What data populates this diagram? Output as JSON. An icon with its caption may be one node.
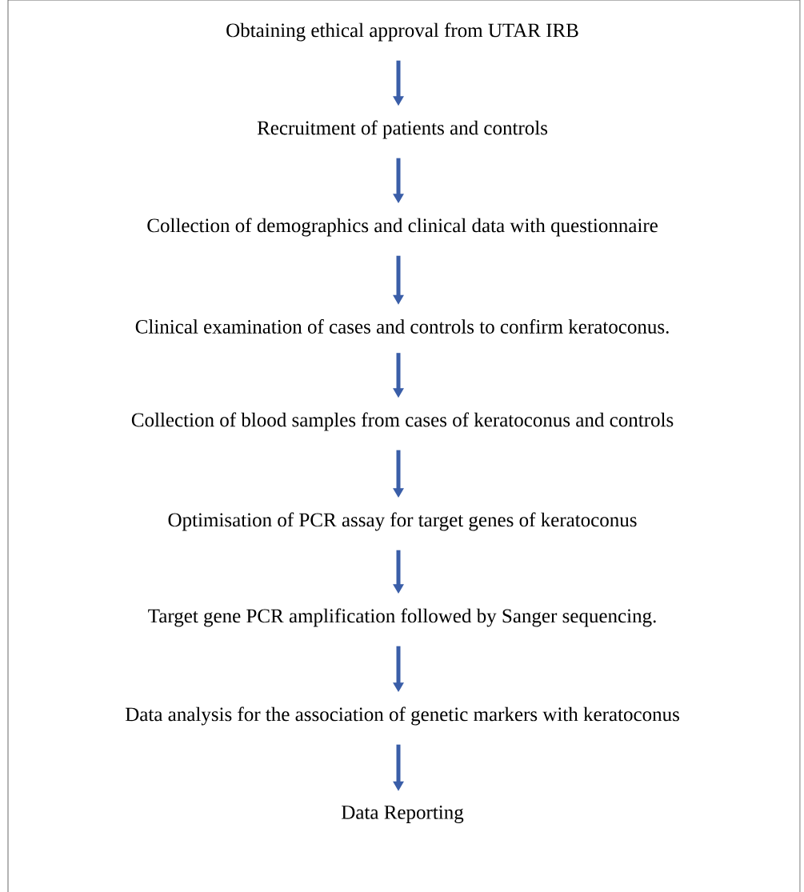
{
  "diagram": {
    "nodes": [
      {
        "text": [
          "Obtaining ethical approval from UTAR IRB"
        ]
      },
      {
        "text": [
          "Recruitment of patients and controls"
        ]
      },
      {
        "text": [
          "Collection of demographics and clinical data with questionnaire"
        ]
      },
      {
        "text": [
          "Clinical examination of cases and controls to confirm keratoconus."
        ]
      },
      {
        "text": [
          "Collection of blood samples from cases of keratoconus and controls"
        ]
      },
      {
        "text": [
          "Optimisation of PCR assay for target genes of keratoconus"
        ]
      },
      {
        "text": [
          "Target gene PCR amplification followed by Sanger sequencing."
        ]
      },
      {
        "text": [
          "Data analysis for the association of genetic markers with keratoconus"
        ]
      },
      {
        "text": [
          "Data Reporting"
        ]
      }
    ],
    "edges": [
      {
        "from": 0,
        "to": 1,
        "arrow": "to"
      },
      {
        "from": 1,
        "to": 2,
        "arrow": "to"
      },
      {
        "from": 2,
        "to": 3,
        "arrow": "to"
      },
      {
        "from": 3,
        "to": 4,
        "arrow": "to"
      },
      {
        "from": 4,
        "to": 5,
        "arrow": "to"
      },
      {
        "from": 5,
        "to": 6,
        "arrow": "to"
      },
      {
        "from": 6,
        "to": 7,
        "arrow": "to"
      },
      {
        "from": 7,
        "to": 8,
        "arrow": "to"
      }
    ]
  }
}
